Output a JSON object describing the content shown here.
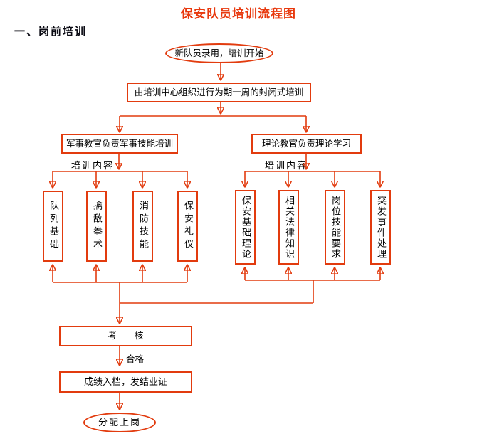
{
  "colors": {
    "accent": "#e23b0e",
    "title_color": "#e8380d",
    "text": "#000000",
    "background": "#ffffff"
  },
  "title": "保安队员培训流程图",
  "section_heading": "一、岗前培训",
  "flow": {
    "start": "新队员录用，培训开始",
    "main_box": "由培训中心组织进行为期一周的封闭式培训",
    "left_branch": {
      "header": "军事教官负责军事技能培训",
      "content_label": "培训内容",
      "items": [
        "队列基础",
        "擒敌拳术",
        "消防技能",
        "保安礼仪"
      ]
    },
    "right_branch": {
      "header": "理论教官负责理论学习",
      "content_label": "培训内容",
      "items": [
        "保安基础理论",
        "相关法律知识",
        "岗位技能要求",
        "突发事件处理"
      ]
    },
    "exam_box": "考　　核",
    "pass_label": "合格",
    "archive_box": "成绩入档，发结业证",
    "end": "分配上岗"
  }
}
